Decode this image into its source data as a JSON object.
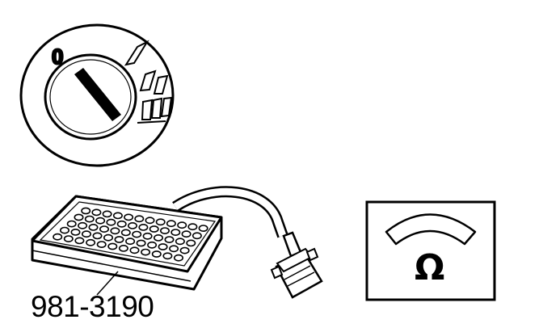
{
  "illustration": {
    "ignition_switch": {
      "positions": [
        "0",
        "I",
        "II",
        "III"
      ],
      "selected_position": "0"
    },
    "test_box": {
      "part_number": "981-3190"
    },
    "ohmmeter": {
      "unit_symbol": "Ω"
    }
  },
  "colors": {
    "line": "#000000",
    "background": "#ffffff"
  }
}
